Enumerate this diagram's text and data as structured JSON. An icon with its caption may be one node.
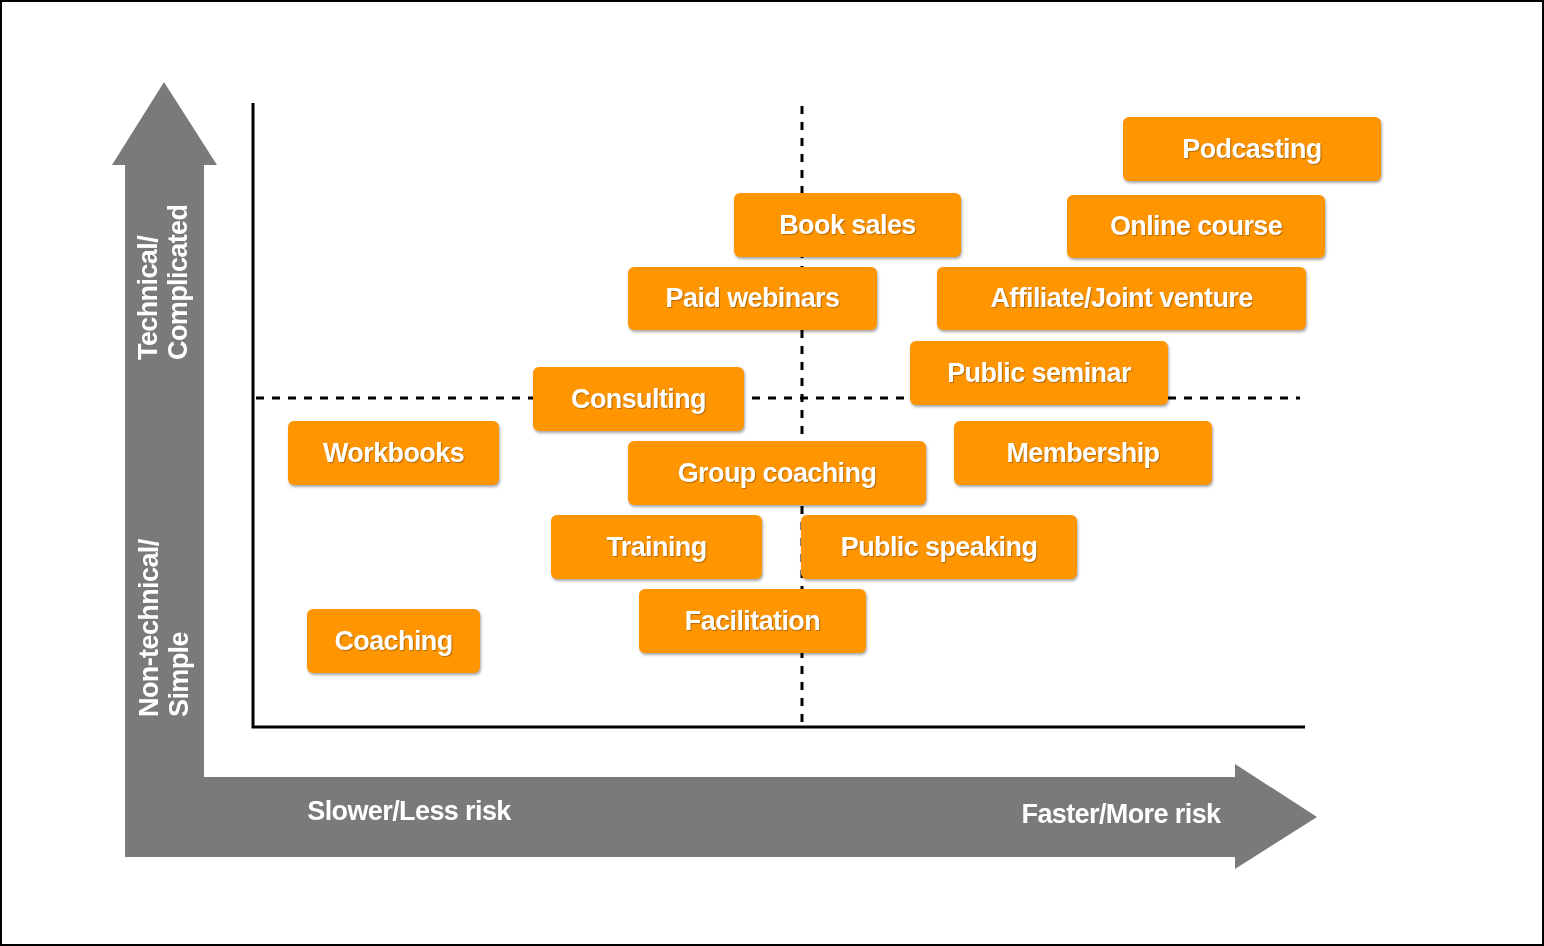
{
  "diagram": {
    "nodes": [
      {
        "text": [
          "Podcasting"
        ]
      },
      {
        "text": [
          "Book sales"
        ]
      },
      {
        "text": [
          "Online course"
        ]
      },
      {
        "text": [
          "Paid webinars"
        ]
      },
      {
        "text": [
          "Affiliate/Joint venture"
        ]
      },
      {
        "text": [
          "Public seminar"
        ]
      },
      {
        "text": [
          "Consulting"
        ]
      },
      {
        "text": [
          "Workbooks"
        ]
      },
      {
        "text": [
          "Membership"
        ]
      },
      {
        "text": [
          "Group coaching"
        ]
      },
      {
        "text": [
          "Training"
        ]
      },
      {
        "text": [
          "Public speaking"
        ]
      },
      {
        "text": [
          "Facilitation"
        ]
      },
      {
        "text": [
          "Coaching"
        ]
      }
    ],
    "labels": [
      "Technical/ Complicated",
      "Non-technical/ Simple",
      "Slower/Less risk",
      "Faster/More risk"
    ]
  }
}
